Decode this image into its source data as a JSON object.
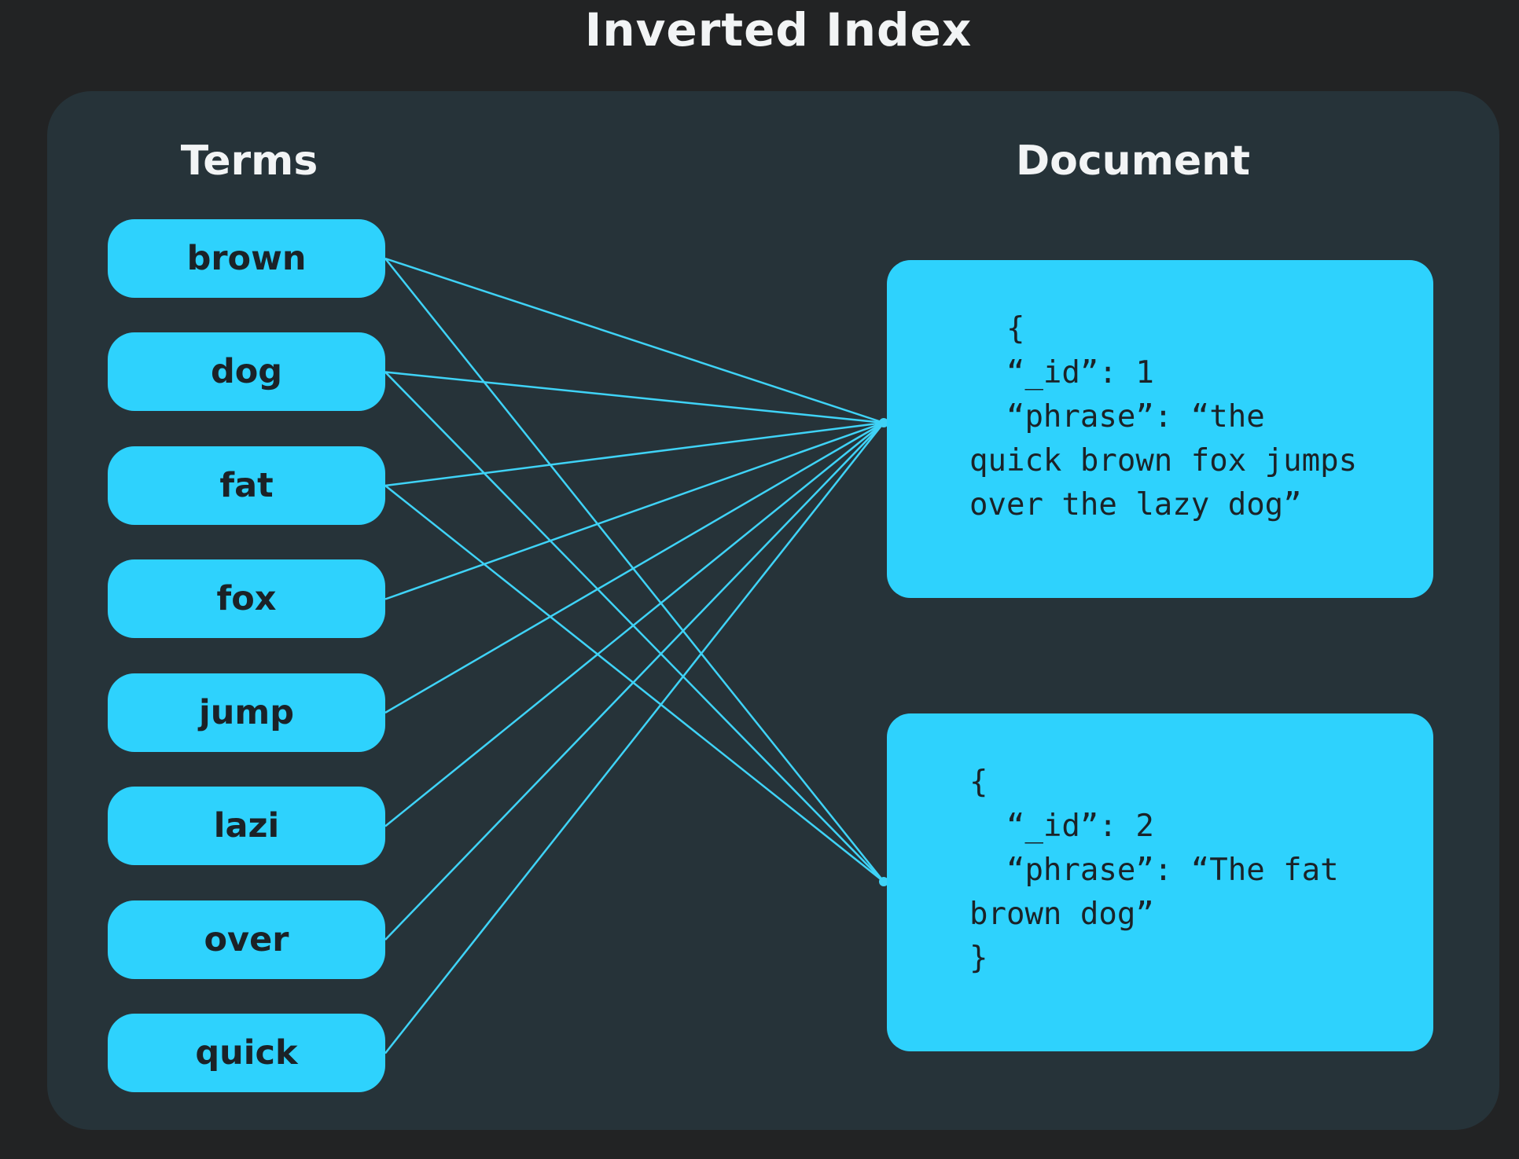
{
  "title": "Inverted Index",
  "terms_header": "Terms",
  "document_header": "Document",
  "terms": [
    "brown",
    "dog",
    "fat",
    "fox",
    "jump",
    "lazi",
    "over",
    "quick"
  ],
  "documents": [
    {
      "text": "  {\n  “_id”: 1\n  “phrase”: “the\nquick brown fox jumps\nover the lazy dog”"
    },
    {
      "text": "{\n  “_id”: 2\n  “phrase”: “The fat\nbrown dog”\n}"
    }
  ],
  "links": [
    {
      "term": "brown",
      "documents": [
        1,
        2
      ]
    },
    {
      "term": "dog",
      "documents": [
        1,
        2
      ]
    },
    {
      "term": "fat",
      "documents": [
        1,
        2
      ]
    },
    {
      "term": "fox",
      "documents": [
        1
      ]
    },
    {
      "term": "jump",
      "documents": [
        1
      ]
    },
    {
      "term": "lazi",
      "documents": [
        1
      ]
    },
    {
      "term": "over",
      "documents": [
        1
      ]
    },
    {
      "term": "quick",
      "documents": [
        1
      ]
    }
  ],
  "colors": {
    "background": "#222324",
    "panel": "#263339",
    "accent": "#2ed2fd",
    "line": "#3fd3f7",
    "dark_text": "#1b2227",
    "light_text": "#f2f4f5"
  }
}
